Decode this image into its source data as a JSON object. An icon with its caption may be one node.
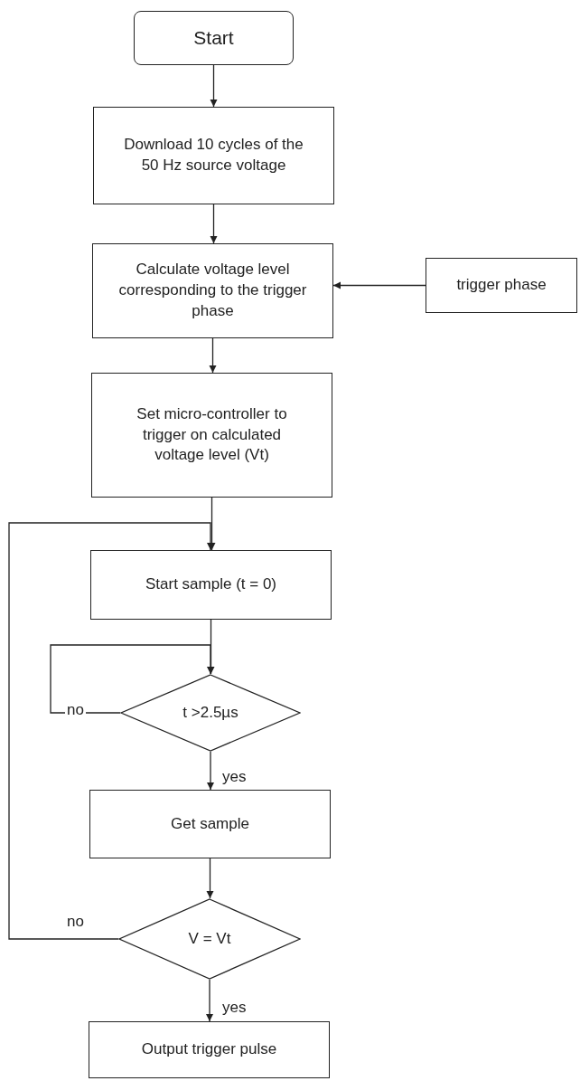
{
  "diagram": {
    "nodes": [
      {
        "text": [
          "Start"
        ]
      },
      {
        "text": [
          "Download 10 cycles of the 50 Hz source voltage"
        ]
      },
      {
        "text": [
          "Calculate voltage level corresponding to the trigger phase"
        ]
      },
      {
        "text": [
          "trigger phase"
        ]
      },
      {
        "text": [
          "Set micro-controller to trigger on calculated voltage level (Vt)"
        ]
      },
      {
        "text": [
          "Start sample (t = 0)"
        ]
      },
      {
        "text": [
          "t >2.5µs"
        ]
      },
      {
        "text": [
          "Get sample"
        ]
      },
      {
        "text": [
          "V = Vt"
        ]
      },
      {
        "text": [
          "Output trigger pulse"
        ]
      }
    ],
    "edges": [
      {
        "from": 0,
        "to": 1,
        "arrow": "to"
      },
      {
        "from": 1,
        "to": 2,
        "arrow": "to"
      },
      {
        "from": 3,
        "to": 2,
        "arrow": "to"
      },
      {
        "from": 2,
        "to": 4,
        "arrow": "to"
      },
      {
        "from": 4,
        "to": 5,
        "arrow": "to"
      },
      {
        "from": 5,
        "to": 6,
        "arrow": "to"
      },
      {
        "from": 6,
        "to": 6,
        "label": "no",
        "arrow": "to"
      },
      {
        "from": 6,
        "to": 7,
        "label": "yes",
        "arrow": "to"
      },
      {
        "from": 7,
        "to": 8,
        "arrow": "to"
      },
      {
        "from": 8,
        "to": 5,
        "label": "no",
        "arrow": "to"
      },
      {
        "from": 8,
        "to": 9,
        "label": "yes",
        "arrow": "to"
      }
    ]
  }
}
